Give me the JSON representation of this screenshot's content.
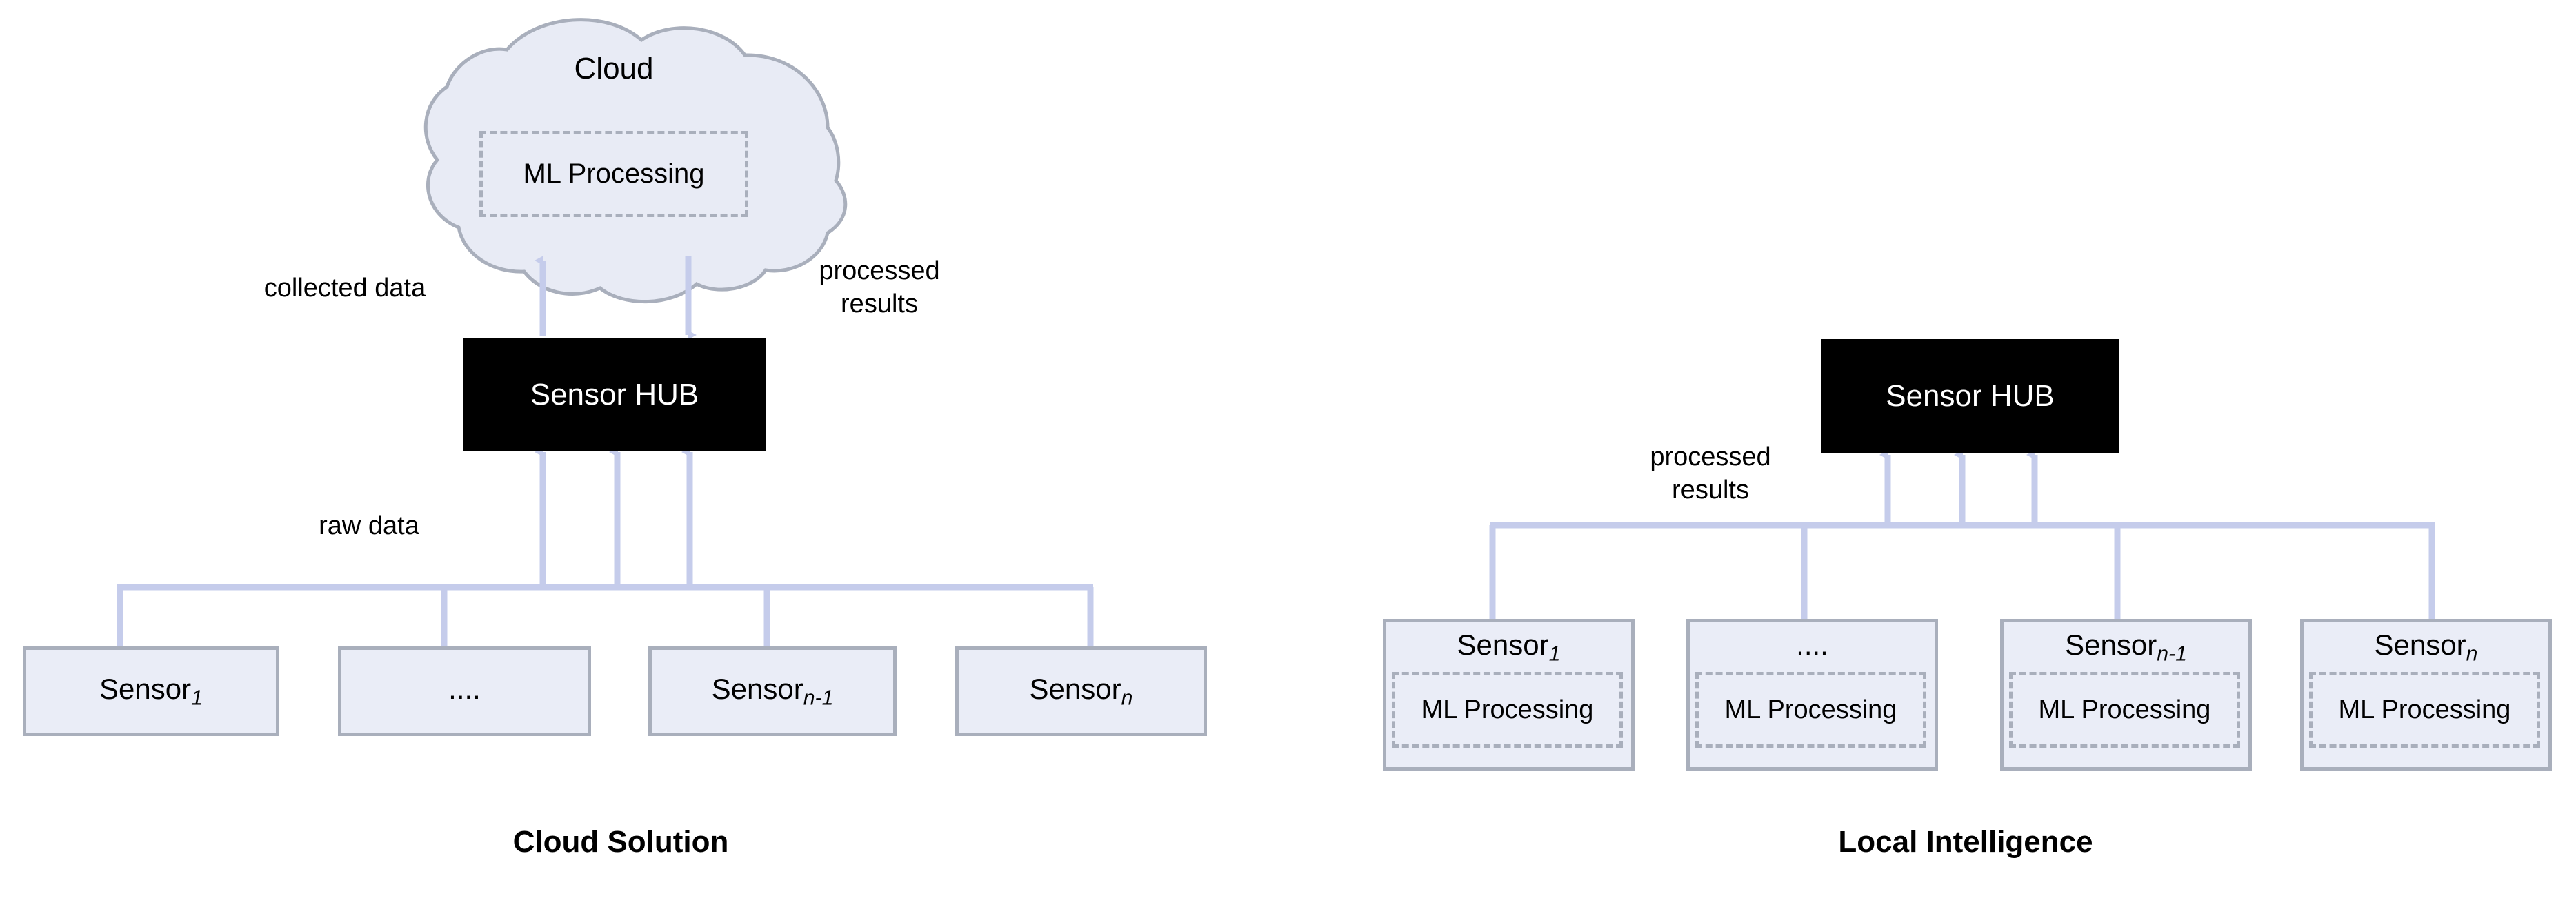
{
  "diagram": {
    "background_color": "#FFFFFF",
    "accent_connector_color": "#C5CCEB",
    "box_fill_color": "#EAEDF7",
    "box_border_color": "#A9AFBC",
    "hub_fill_color": "#000000",
    "hub_text_color": "#FFFFFF",
    "cloud_fill_color": "#E8EBF5",
    "cloud_border_color": "#A9AFBC",
    "dashed_border_color": "#A9AFBC"
  },
  "left_panel": {
    "caption": "Cloud Solution",
    "cloud": {
      "title": "Cloud",
      "inner_box_label": "ML Processing"
    },
    "hub": {
      "label": "Sensor HUB"
    },
    "edge_labels": {
      "up": "collected data",
      "down": "processed\nresults",
      "tree": "raw data"
    },
    "sensors": [
      {
        "name": "Sensor",
        "subscript": "1"
      },
      {
        "name": "....",
        "subscript": ""
      },
      {
        "name": "Sensor",
        "subscript": "n-1"
      },
      {
        "name": "Sensor",
        "subscript": "n"
      }
    ]
  },
  "right_panel": {
    "caption": "Local Intelligence",
    "hub": {
      "label": "Sensor HUB"
    },
    "edge_labels": {
      "tree": "processed\nresults"
    },
    "sensors": [
      {
        "name": "Sensor",
        "subscript": "1",
        "inner_box_label": "ML Processing"
      },
      {
        "name": "....",
        "subscript": "",
        "inner_box_label": "ML Processing"
      },
      {
        "name": "Sensor",
        "subscript": "n-1",
        "inner_box_label": "ML Processing"
      },
      {
        "name": "Sensor",
        "subscript": "n",
        "inner_box_label": "ML Processing"
      }
    ]
  }
}
